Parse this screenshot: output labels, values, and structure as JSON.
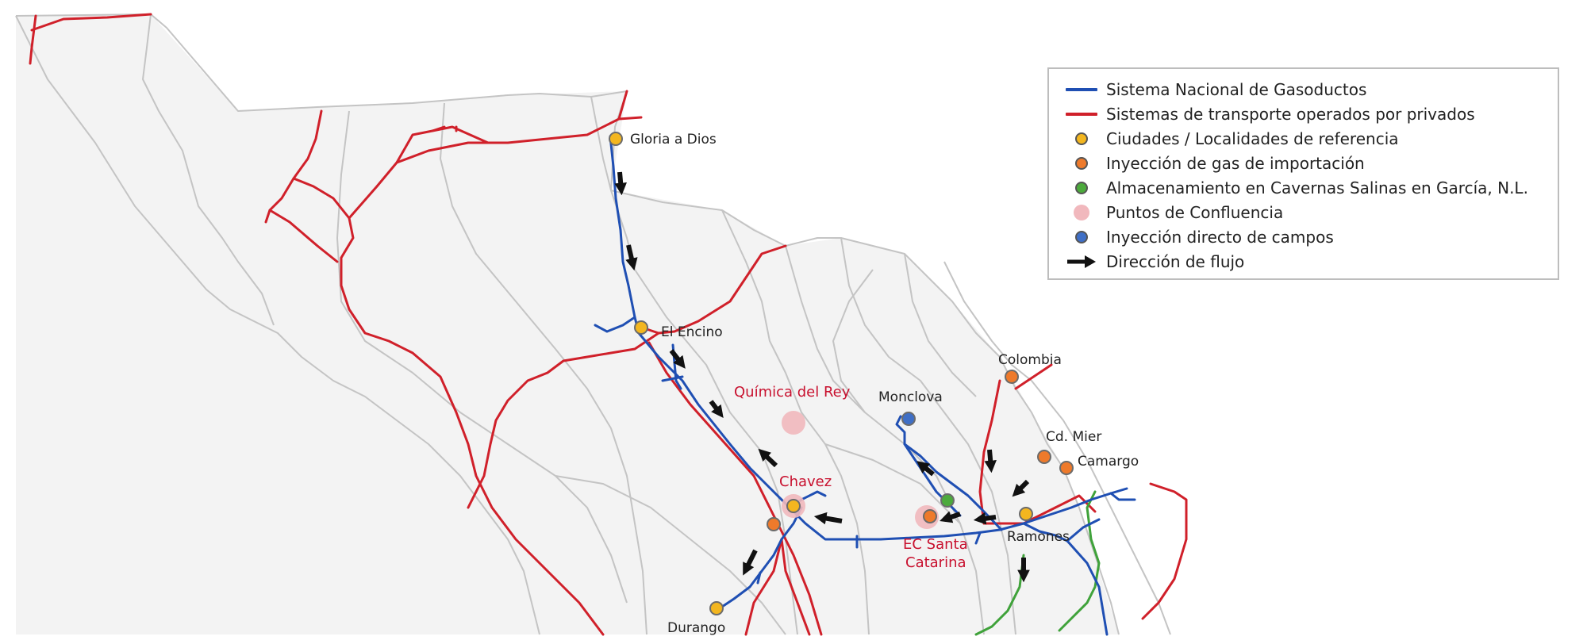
{
  "colors": {
    "national_pipeline": "#1f4fb3",
    "private_pipeline": "#d0202a",
    "other_pipeline": "#3fa23a",
    "city": "#f3b61f",
    "import_injection": "#ee7a2b",
    "storage": "#4caa3c",
    "confluence": "#f1b8bd",
    "field_injection": "#3f6fc6",
    "flow_arrow": "#111111",
    "land": "#f3f3f3",
    "border": "#c4c4c4"
  },
  "legend": {
    "items": [
      {
        "symbol": "line-blue",
        "label": "Sistema Nacional de Gasoductos"
      },
      {
        "symbol": "line-red",
        "label": "Sistemas de transporte operados por privados"
      },
      {
        "symbol": "dot-yellow",
        "label": "Ciudades / Localidades de referencia"
      },
      {
        "symbol": "dot-orange",
        "label": "Inyección de gas de importación"
      },
      {
        "symbol": "dot-green",
        "label": "Almacenamiento en Cavernas Salinas en García, N.L."
      },
      {
        "symbol": "dot-pink",
        "label": "Puntos de Confluencia"
      },
      {
        "symbol": "dot-blue",
        "label": "Inyección directo de campos"
      },
      {
        "symbol": "arrow-black",
        "label": "Dirección de flujo"
      }
    ]
  },
  "places": {
    "gloria_a_dios": "Gloria a Dios",
    "el_encino": "El Encino",
    "quimica_del_rey": "Química del Rey",
    "monclova": "Monclova",
    "colombia": "Colombia",
    "cd_mier": "Cd. Mier",
    "camargo": "Camargo",
    "chavez": "Chavez",
    "ec_santa_catarina_1": "EC Santa",
    "ec_santa_catarina_2": "Catarina",
    "ramones": "Ramones",
    "durango": "Durango"
  }
}
